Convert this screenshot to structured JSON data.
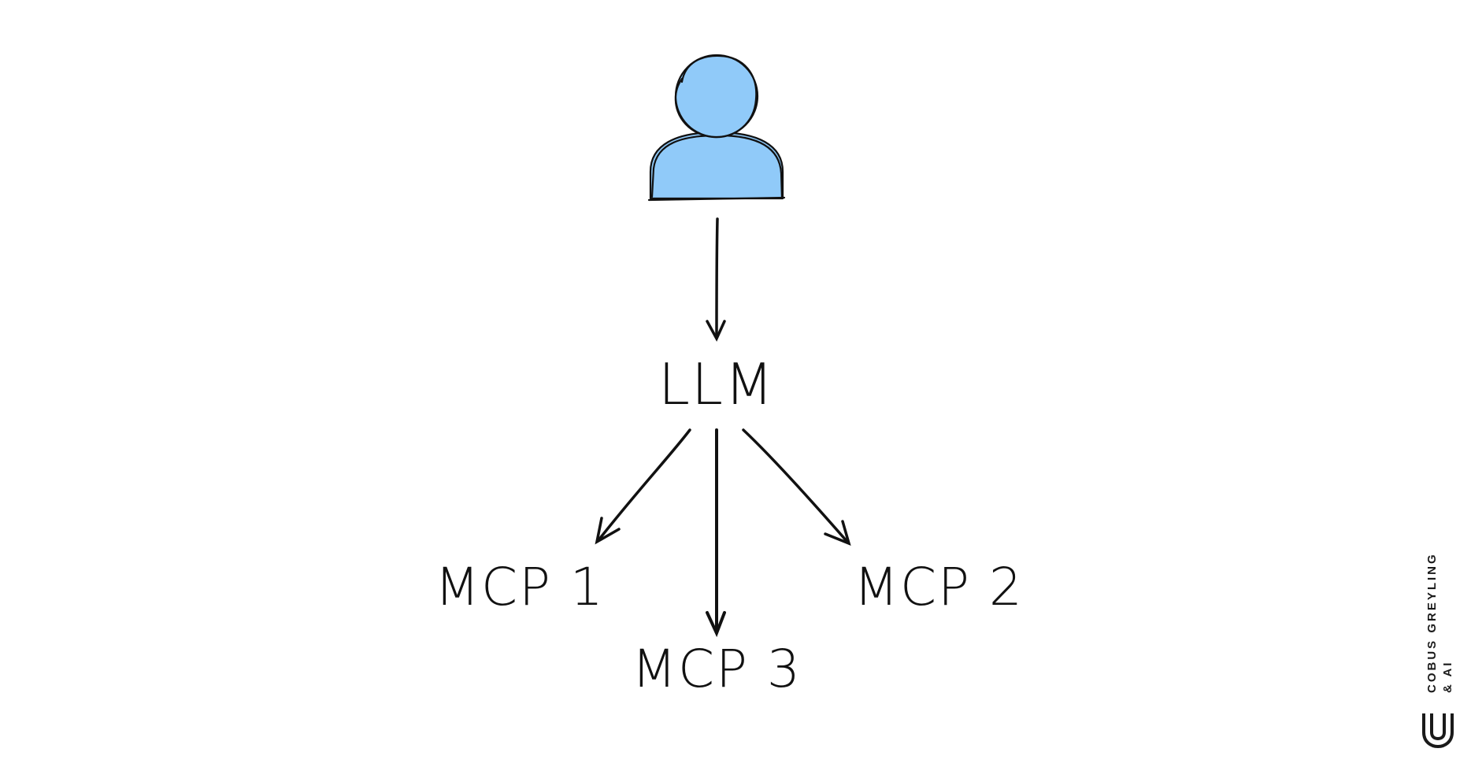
{
  "diagram": {
    "nodes": [
      {
        "id": "llm",
        "label": "LLM"
      },
      {
        "id": "mcp1",
        "label": "MCP 1"
      },
      {
        "id": "mcp2",
        "label": "MCP 2"
      },
      {
        "id": "mcp3",
        "label": "MCP 3"
      }
    ],
    "edges": [
      {
        "from": "user",
        "to": "llm"
      },
      {
        "from": "llm",
        "to": "mcp1"
      },
      {
        "from": "llm",
        "to": "mcp3"
      },
      {
        "from": "llm",
        "to": "mcp2"
      }
    ],
    "user_icon": "user-icon",
    "user_color": "#90CAF9",
    "stroke_color": "#111111"
  },
  "branding": {
    "line1": "COBUS GREYLING",
    "line2": "& AI",
    "logo_icon": "u-logo-icon"
  }
}
